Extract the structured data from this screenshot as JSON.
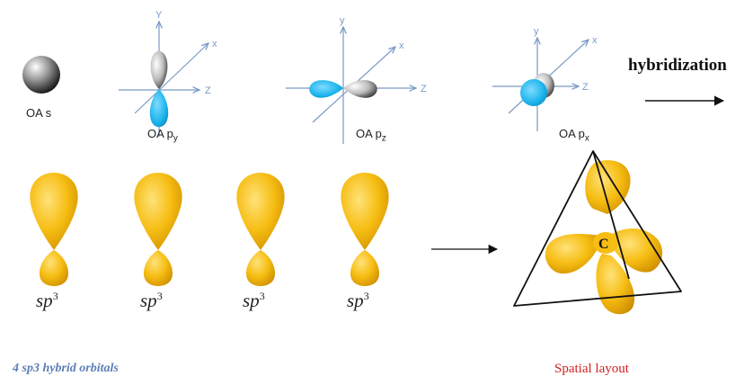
{
  "atomic_orbitals": [
    {
      "label": "OA s",
      "sub": ""
    },
    {
      "label": "OA p",
      "sub": "y"
    },
    {
      "label": "OA p",
      "sub": "z"
    },
    {
      "label": "OA p",
      "sub": "x"
    }
  ],
  "axes": {
    "y": "Y",
    "y_lower": "y",
    "x": "x",
    "z": "Z"
  },
  "process_label": "hybridization",
  "hybrid_orbitals": [
    {
      "label": "sp",
      "sup": "3"
    },
    {
      "label": "sp",
      "sup": "3"
    },
    {
      "label": "sp",
      "sup": "3"
    },
    {
      "label": "sp",
      "sup": "3"
    }
  ],
  "center_atom": "C",
  "captions": {
    "left": "4 sp3 hybrid orbitals",
    "right": "Spatial layout"
  },
  "colors": {
    "lobe_blue": "#1bb3ec",
    "lobe_yellow": "#f2b500",
    "axis": "#7a9ac4",
    "caption_blue": "#5b7fb6",
    "caption_red": "#d21f1f"
  }
}
